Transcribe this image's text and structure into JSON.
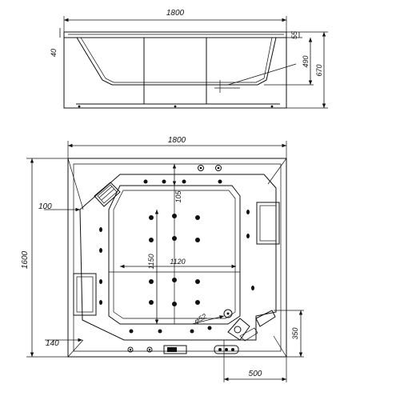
{
  "side_view": {
    "overall_length": "1800",
    "rim_height": "55",
    "inner_depth": "490",
    "total_height": "670",
    "lip_offset": "40"
  },
  "plan_view": {
    "overall_length": "1800",
    "overall_width": "1600",
    "inner_length": "1120",
    "inner_width": "1150",
    "headrest_offset": "100",
    "edge_offset": "140",
    "spacing_top": "105",
    "drain_diameter": "φ52",
    "corner_depth": "350",
    "corner_width": "500"
  }
}
